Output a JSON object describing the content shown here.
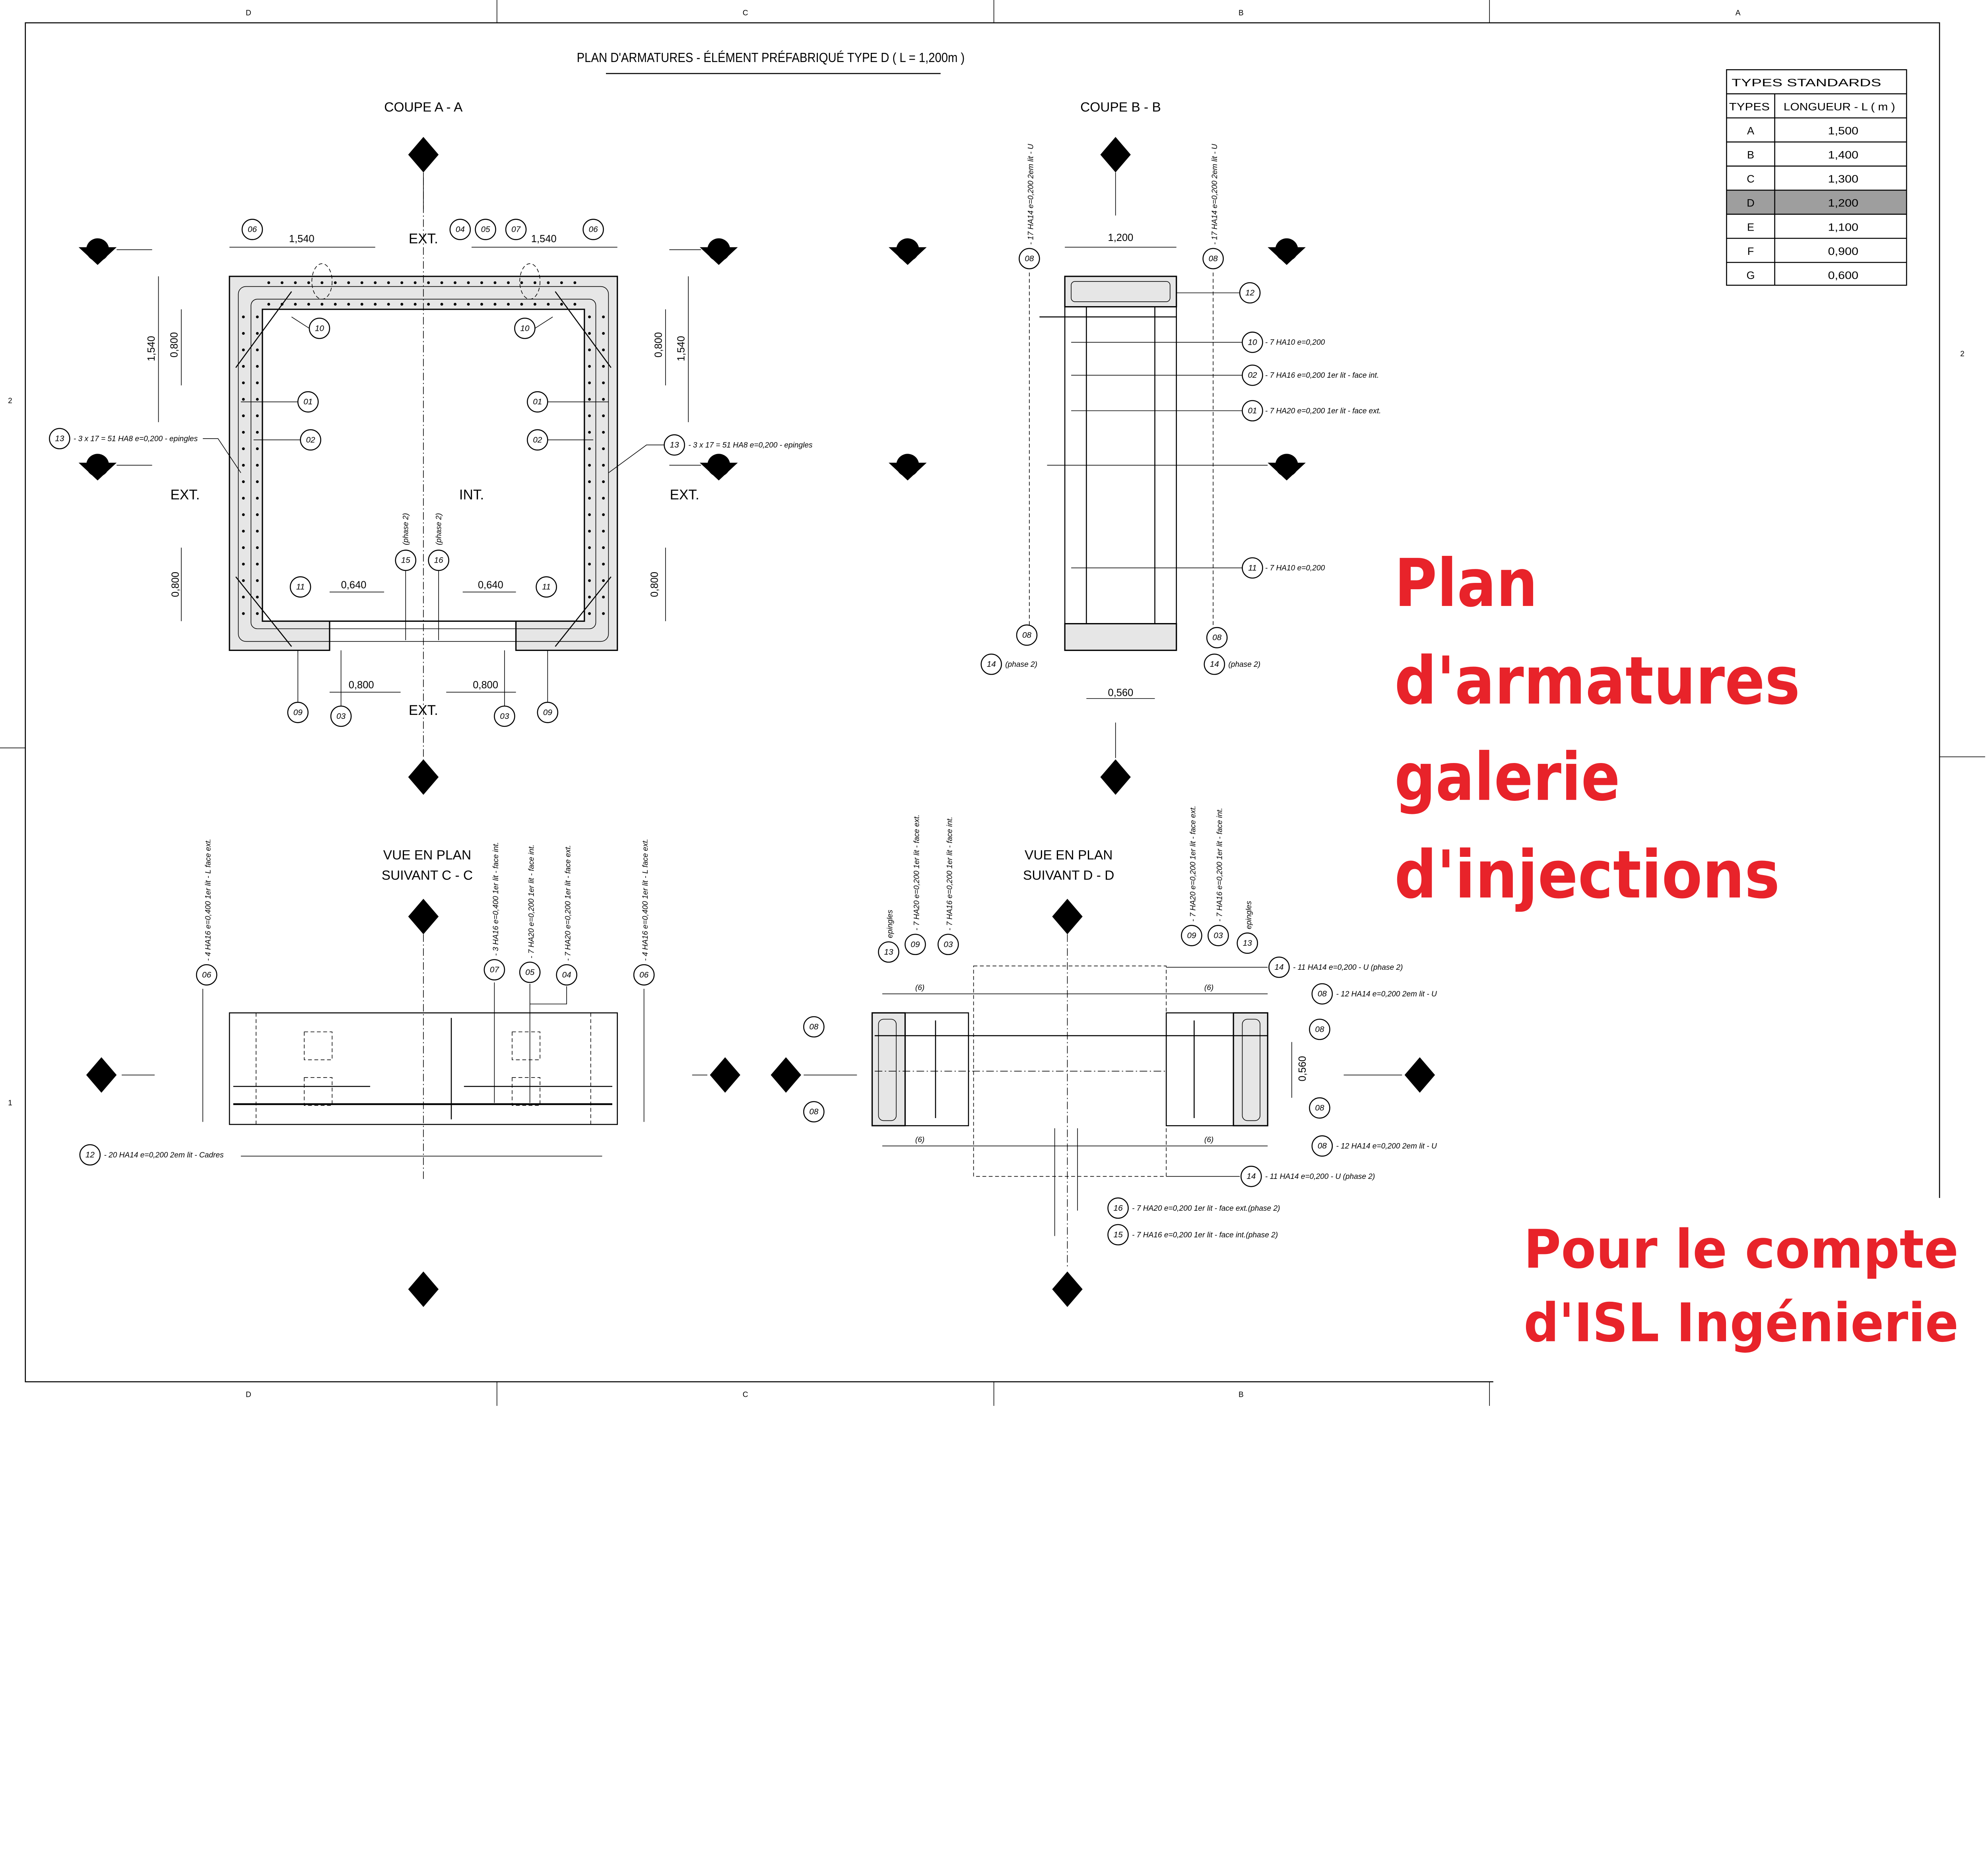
{
  "title": "PLAN D'ARMATURES - ÉLÉMENT PRÉFABRIQUÉ TYPE D ( L = 1,200m )",
  "grid": {
    "columns": [
      "D",
      "C",
      "B",
      "A"
    ],
    "rows": [
      "2",
      "1"
    ]
  },
  "table": {
    "title": "TYPES STANDARDS",
    "headers": [
      "TYPES",
      "LONGUEUR - L ( m )"
    ],
    "rows": [
      {
        "type": "A",
        "length": "1,500"
      },
      {
        "type": "B",
        "length": "1,400"
      },
      {
        "type": "C",
        "length": "1,300"
      },
      {
        "type": "D",
        "length": "1,200",
        "highlighted": true
      },
      {
        "type": "E",
        "length": "1,100"
      },
      {
        "type": "F",
        "length": "0,900"
      },
      {
        "type": "G",
        "length": "0,600"
      }
    ],
    "highlight_color": "#9e9e9e"
  },
  "section_markers": {
    "A": "A",
    "B": "B",
    "C": "C",
    "D": "D"
  },
  "coupe_aa": {
    "title": "COUPE A - A",
    "ext": "EXT.",
    "int": "INT.",
    "dims": {
      "w_top": "1,540",
      "h_side": "1,540",
      "h_upper": "0,800",
      "h_lower": "0,800",
      "w_inner": "0,640",
      "w_bottom": "0,800"
    },
    "callouts": {
      "c06": "06",
      "c04": "04",
      "c05": "05",
      "c07": "07",
      "c10": "10",
      "c01": "01",
      "c02": "02",
      "c13": "13",
      "c15": "15",
      "c16": "16",
      "c11": "11",
      "c09": "09",
      "c03": "03"
    },
    "epingles_note": "- 3 x 17 = 51 HA8 e=0,200 - epingles",
    "phase2": "(phase 2)"
  },
  "coupe_bb": {
    "title": "COUPE B - B",
    "width": "1,200",
    "bottom_width": "0,560",
    "callouts": {
      "c08": "08",
      "c12": "12",
      "c10": "10",
      "c02": "02",
      "c01": "01",
      "c11": "11",
      "c14": "14"
    },
    "notes": {
      "n08": "- 17 HA14 e=0,200 2em lit - U",
      "n10": "- 7 HA10 e=0,200",
      "n02": "- 7 HA16 e=0,200 1er lit - face int.",
      "n01": "- 7 HA20 e=0,200 1er lit - face ext.",
      "n11": "- 7 HA10 e=0,200",
      "phase2": "(phase 2)"
    }
  },
  "vue_cc": {
    "title_1": "VUE EN PLAN",
    "title_2": "SUIVANT C - C",
    "callouts": {
      "c06": "06",
      "c07": "07",
      "c05": "05",
      "c04": "04",
      "c12": "12"
    },
    "notes": {
      "n06": "- 4 HA16 e=0,400 1er lit - L face ext.",
      "n07": "- 3 HA16 e=0,400 1er lit - face int.",
      "n05": "- 7 HA20 e=0,200 1er lit - face int.",
      "n04": "- 7 HA20 e=0,200 1er lit - face ext.",
      "n12": "- 20 HA14 e=0,200 2em lit - Cadres"
    }
  },
  "vue_dd": {
    "title_1": "VUE EN PLAN",
    "title_2": "SUIVANT D - D",
    "callouts": {
      "c13": "13",
      "c09": "09",
      "c03": "03",
      "c14": "14",
      "c08": "08",
      "c16": "16",
      "c15": "15"
    },
    "notes": {
      "epingles": "epingles",
      "n09": "- 7 HA20 e=0,200 1er lit - face ext.",
      "n03": "- 7 HA16 e=0,200 1er lit - face int.",
      "n14": "- 11 HA14 e=0,200 - U (phase 2)",
      "n08": "- 12 HA14 e=0,200 2em lit - U",
      "n16": "- 7 HA20 e=0,200 1er lit - face ext.(phase 2)",
      "n15": "- 7 HA16 e=0,200 1er lit - face int.(phase 2)"
    },
    "dim": "0,560",
    "six": "(6)"
  },
  "overlay": {
    "line1": "Plan",
    "line2": "d'armatures",
    "line3": "galerie",
    "line4": "d'injections",
    "client1": "Pour le compte",
    "client2": "d'ISL Ingénierie",
    "color": "#e8232a"
  }
}
